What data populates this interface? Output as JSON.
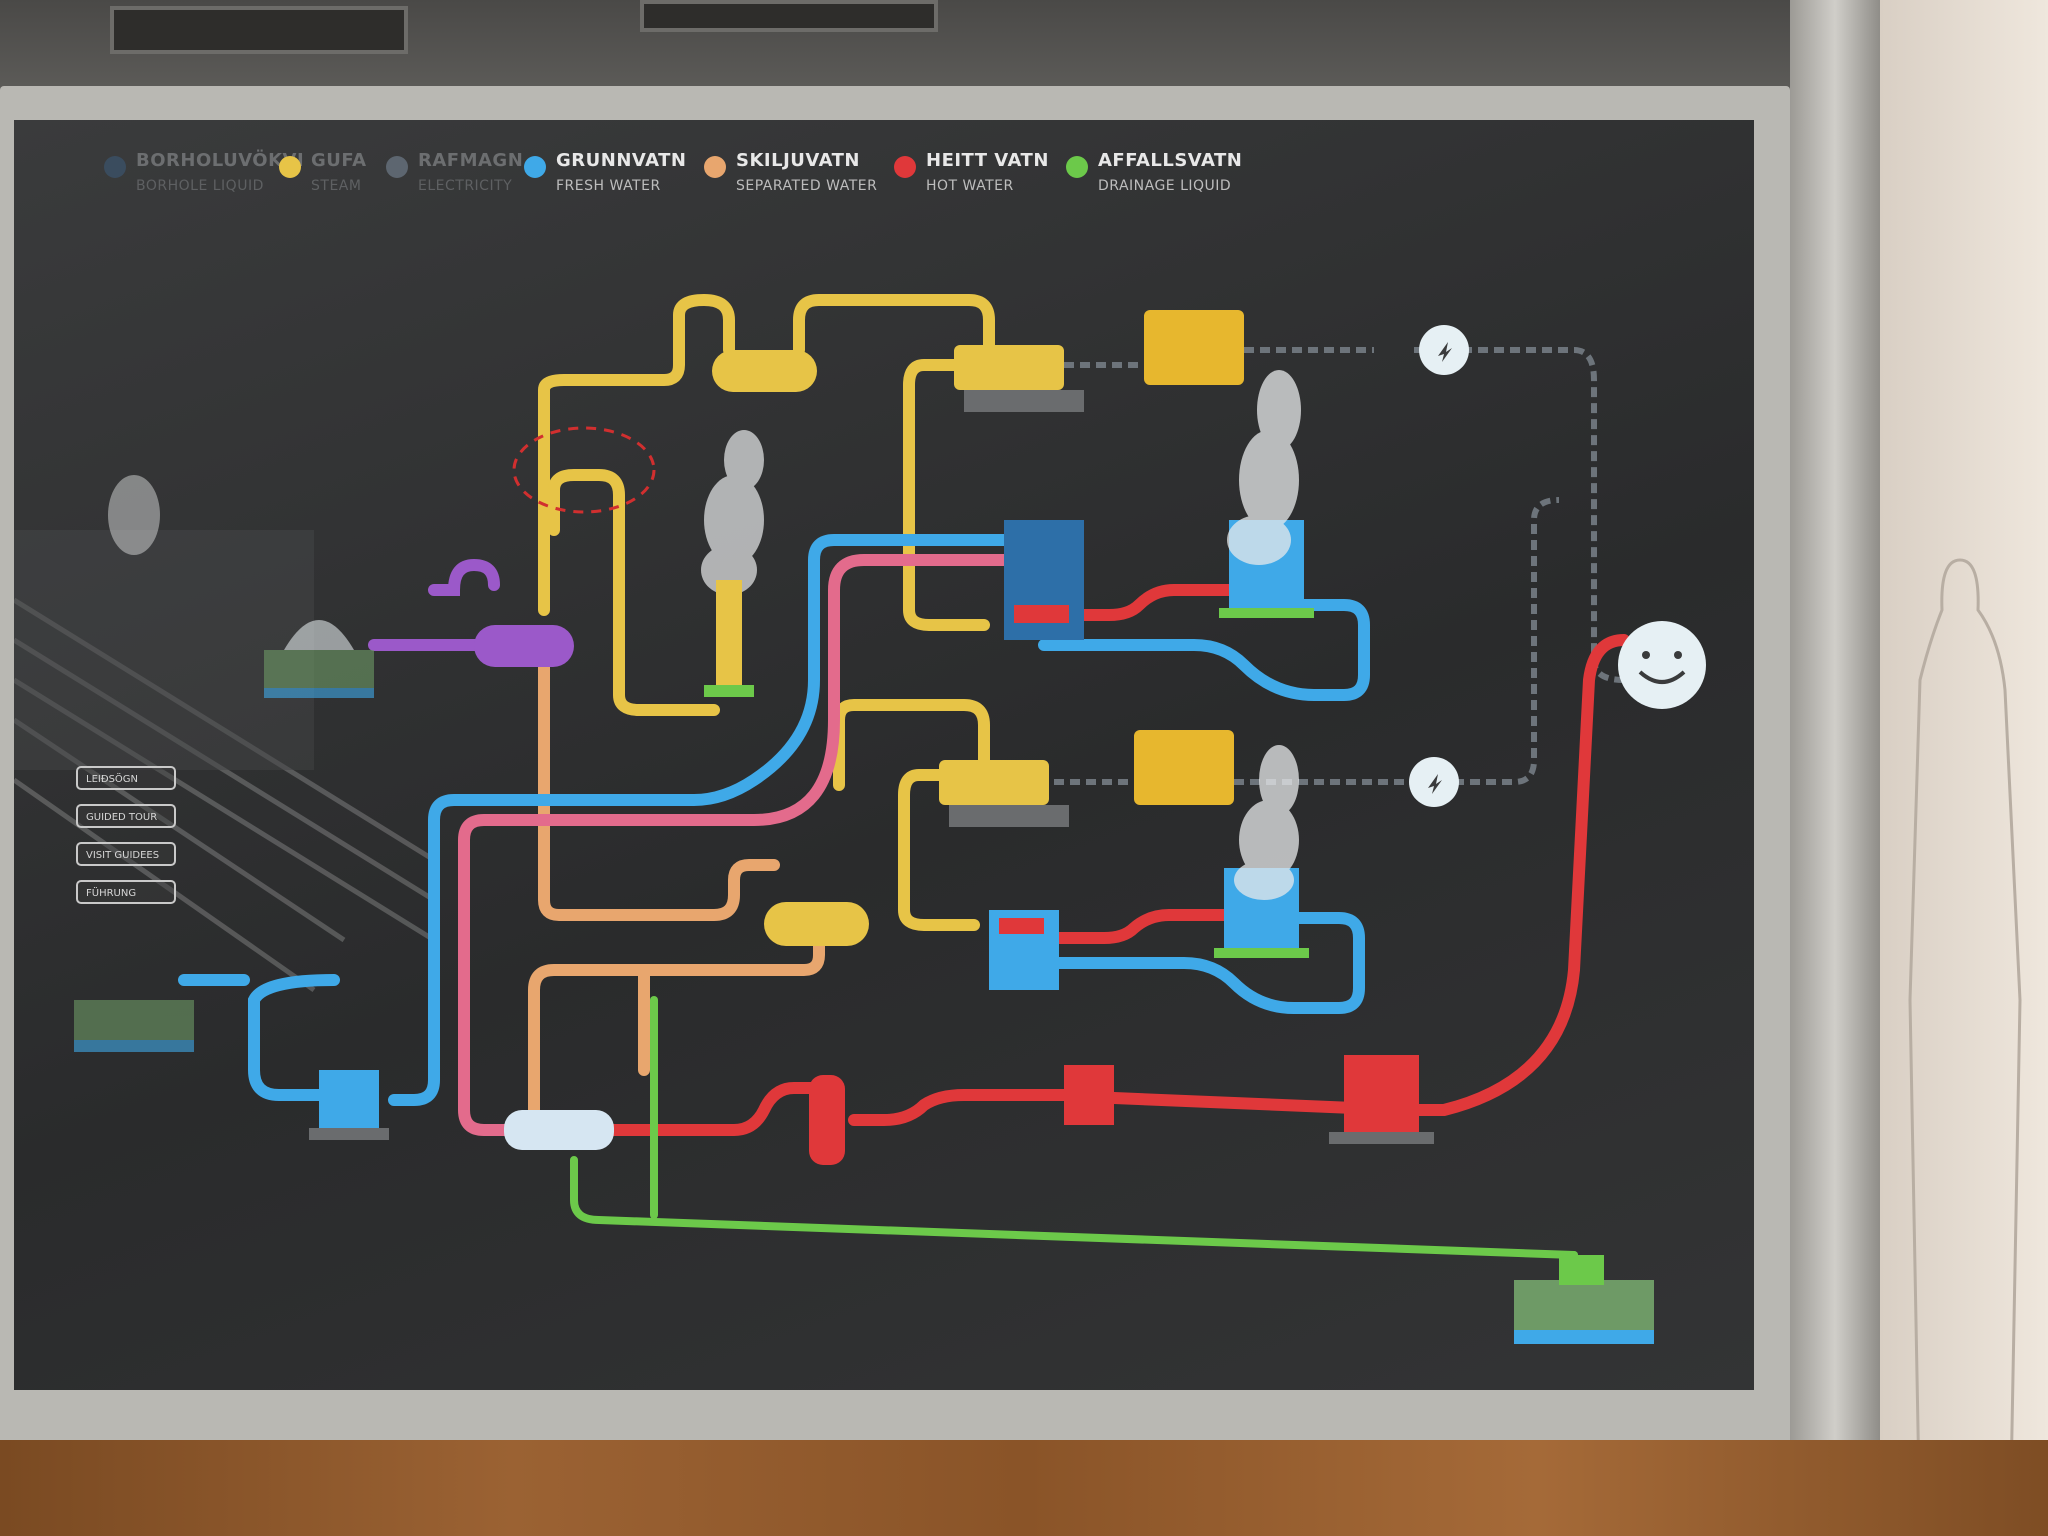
{
  "legend": [
    {
      "title": "BORHOLUVÖKVI",
      "subtitle": "BORHOLE LIQUID",
      "color": "#3a4c5e"
    },
    {
      "title": "GUFA",
      "subtitle": "STEAM",
      "color": "#e7c447"
    },
    {
      "title": "RAFMAGN",
      "subtitle": "ELECTRICITY",
      "color": "#5d6670"
    },
    {
      "title": "GRUNNVATN",
      "subtitle": "FRESH WATER",
      "color": "#3fa9e8"
    },
    {
      "title": "SKILJUVATN",
      "subtitle": "SEPARATED WATER",
      "color": "#e8a66e"
    },
    {
      "title": "HEITT VATN",
      "subtitle": "HOT WATER",
      "color": "#e0383a"
    },
    {
      "title": "AFFALLSVATN",
      "subtitle": "DRAINAGE LIQUID",
      "color": "#6cc94a"
    }
  ],
  "menu": [
    {
      "label": "LEIÐSÖGN"
    },
    {
      "label": "GUIDED TOUR"
    },
    {
      "label": "VISIT GUIDEES"
    },
    {
      "label": "FÜHRUNG"
    }
  ],
  "colors": {
    "steam": "#e7c447",
    "fresh_water": "#3fa9e8",
    "separated_water": "#e8a66e",
    "hot_water": "#e0383a",
    "drainage": "#6cc94a",
    "electricity": "#5d6670",
    "pink_pipe": "#e36b8c",
    "purple_pipe": "#9b59c9"
  },
  "icons": {
    "power": "lightning-bolt-icon",
    "consumer": "smiley-face-icon"
  }
}
